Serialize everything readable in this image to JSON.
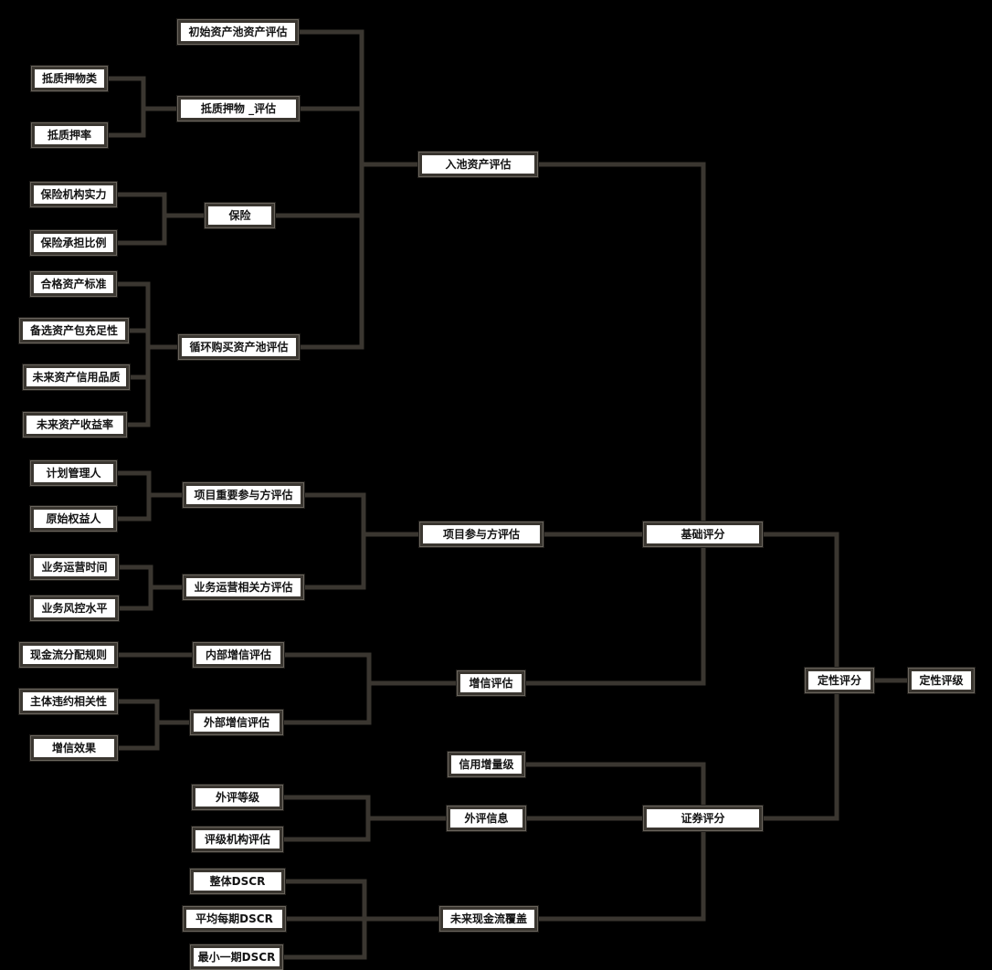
{
  "colors": {
    "background": "#000000",
    "node_fill": "#ffffff",
    "node_border": "#3a3630",
    "connector": "#3a3630",
    "text": "#141414"
  },
  "nodes": {
    "n_init_pool": "初始资产池资产评估",
    "n_collateral_type": "抵质押物类",
    "n_collateral_eval": "抵质押物 _评估",
    "n_collateral_rate": "抵质押率",
    "n_pool_eval": "入池资产评估",
    "n_insurer_strength": "保险机构实力",
    "n_insurance": "保险",
    "n_insurance_ratio": "保险承担比例",
    "n_qualified_std": "合格资产标准",
    "n_backup_sufficiency": "备选资产包充足性",
    "n_revolving_eval": "循环购买资产池评估",
    "n_future_credit": "未来资产信用品质",
    "n_future_yield": "未来资产收益率",
    "n_plan_manager": "计划管理人",
    "n_key_party_eval": "项目重要参与方评估",
    "n_original_owner": "原始权益人",
    "n_party_eval": "项目参与方评估",
    "n_base_score": "基础评分",
    "n_ops_time": "业务运营时间",
    "n_ops_party_eval": "业务运营相关方评估",
    "n_risk_level": "业务风控水平",
    "n_cashflow_rule": "现金流分配规则",
    "n_internal_enh": "内部增信评估",
    "n_enh_eval": "增信评估",
    "n_qual_score": "定性评分",
    "n_qual_rating": "定性评级",
    "n_default_corr": "主体违约相关性",
    "n_external_enh": "外部增信评估",
    "n_enh_effect": "增信效果",
    "n_enh_level": "信用增量级",
    "n_ext_grade": "外评等级",
    "n_ext_info": "外评信息",
    "n_security_score": "证券评分",
    "n_agency_eval": "评级机构评估",
    "n_total_dscr": "整体DSCR",
    "n_avg_dscr": "平均每期DSCR",
    "n_cashflow_cover": "未来现金流覆盖",
    "n_min_dscr": "最小一期DSCR"
  }
}
